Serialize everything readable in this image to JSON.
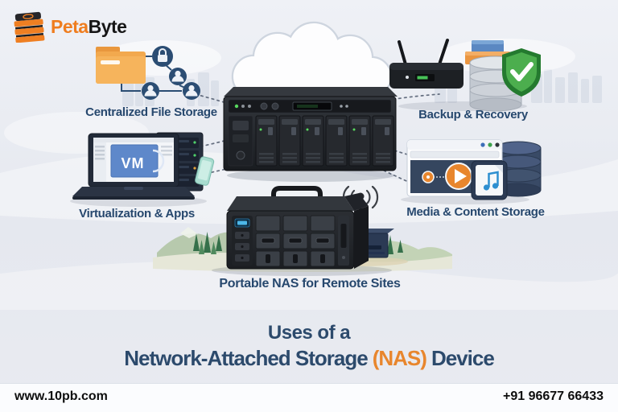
{
  "brand": {
    "name_prefix": "Peta",
    "name_suffix": "Byte",
    "logo_icon": "storage-stack-icon"
  },
  "sections": {
    "file_storage": {
      "label": "Centralized File Storage",
      "icon": "folder-user-network-icon"
    },
    "backup": {
      "label": "Backup & Recovery",
      "icon": "router-database-shield-icon"
    },
    "virtualization": {
      "label": "Virtualization & Apps",
      "icon": "laptop-vm-server-icon",
      "screen_text": "VM"
    },
    "media": {
      "label": "Media & Content Storage",
      "icon": "media-player-storage-icon"
    },
    "portable": {
      "label": "Portable NAS for Remote Sites",
      "icon": "portable-nas-antenna-icon"
    }
  },
  "center_device": {
    "icon": "nas-rack-icon"
  },
  "title": {
    "line1": "Uses of a",
    "line2_prefix": "Network-Attached Storage",
    "line2_highlight": "(NAS)",
    "line2_suffix": "Device"
  },
  "footer": {
    "website": "www.10pb.com",
    "phone": "+91 96677 66433"
  },
  "colors": {
    "accent_orange": "#E8862D",
    "navy_text": "#27486E",
    "shield_green": "#3E9C43",
    "background": "#E7EAF0",
    "footer_background": "#FCFDFE"
  }
}
